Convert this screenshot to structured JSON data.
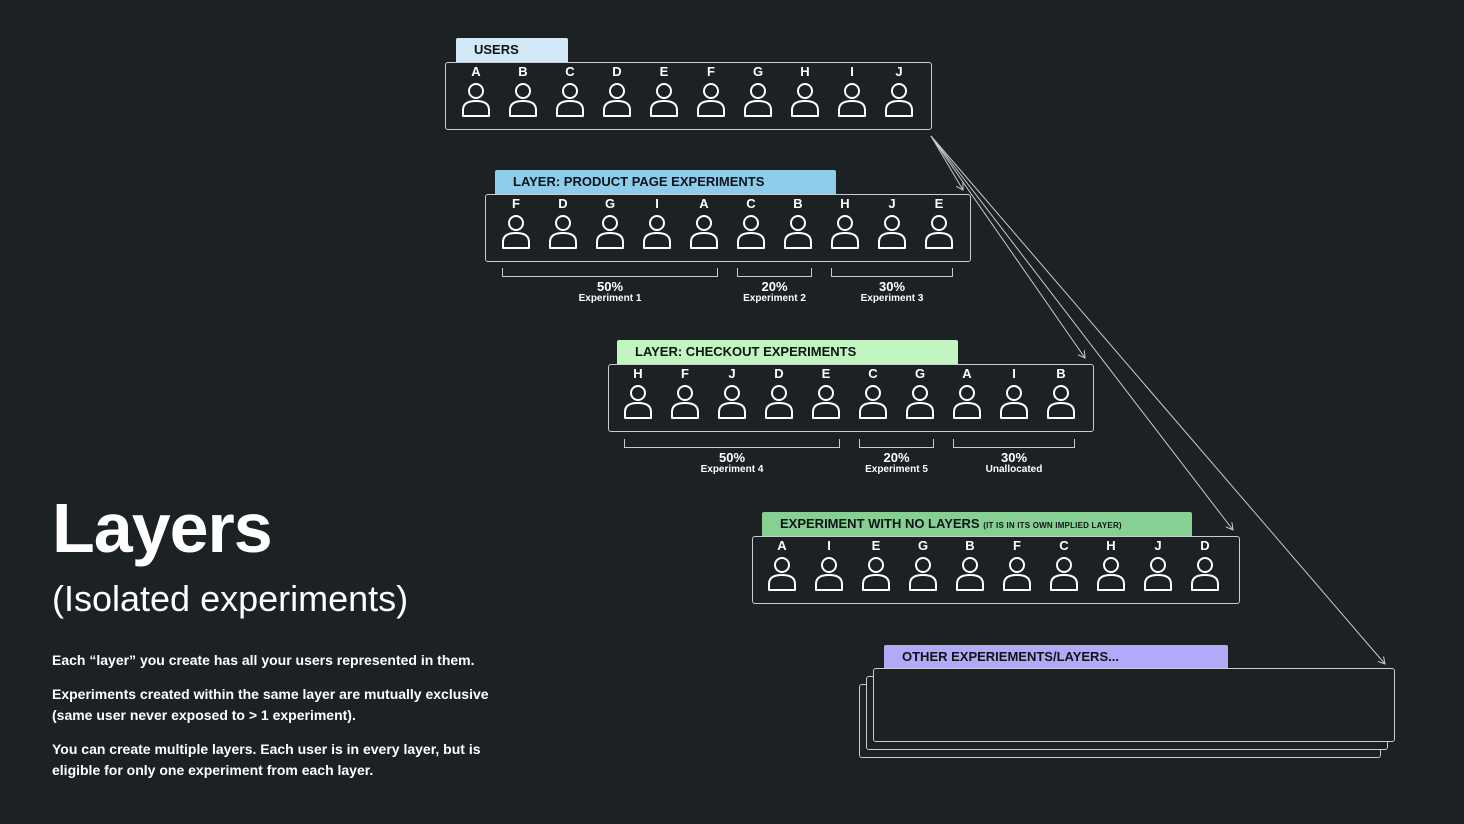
{
  "title": "Layers",
  "subtitle": "(Isolated experiments)",
  "paragraphs": [
    "Each “layer” you create has all your users represented in them.",
    "Experiments created within the same layer are mutually exclusive (same user never exposed to > 1 experiment).",
    "You can create multiple layers. Each user is in every layer, but is eligible for only one experiment from each layer."
  ],
  "colors": {
    "background": "#1c2124",
    "users_tab": "#d2e8f7",
    "product_layer_tab": "#8fcbea",
    "checkout_layer_tab": "#c2f5c0",
    "no_layer_tab": "#86d093",
    "other_tab": "#b4a9f8",
    "stroke": "#c9ccce"
  },
  "icon": "person-outline-icon",
  "rows": [
    {
      "id": "users",
      "label": "USERS",
      "label_small": "",
      "users": [
        "A",
        "B",
        "C",
        "D",
        "E",
        "F",
        "G",
        "H",
        "I",
        "J"
      ],
      "groups": []
    },
    {
      "id": "product",
      "label": "LAYER: PRODUCT PAGE EXPERIMENTS",
      "label_small": "",
      "users": [
        "F",
        "D",
        "G",
        "I",
        "A",
        "C",
        "B",
        "H",
        "J",
        "E"
      ],
      "groups": [
        {
          "pct": "50%",
          "name": "Experiment 1",
          "count": 5
        },
        {
          "pct": "20%",
          "name": "Experiment 2",
          "count": 2
        },
        {
          "pct": "30%",
          "name": "Experiment 3",
          "count": 3
        }
      ]
    },
    {
      "id": "checkout",
      "label": "LAYER: CHECKOUT EXPERIMENTS",
      "label_small": "",
      "users": [
        "H",
        "F",
        "J",
        "D",
        "E",
        "C",
        "G",
        "A",
        "I",
        "B"
      ],
      "groups": [
        {
          "pct": "50%",
          "name": "Experiment 4",
          "count": 5
        },
        {
          "pct": "20%",
          "name": "Experiment 5",
          "count": 2
        },
        {
          "pct": "30%",
          "name": "Unallocated",
          "count": 3
        }
      ]
    },
    {
      "id": "nolayer",
      "label": "EXPERIMENT WITH NO LAYERS",
      "label_small": "(IT IS IN ITS OWN IMPLIED LAYER)",
      "users": [
        "A",
        "I",
        "E",
        "G",
        "B",
        "F",
        "C",
        "H",
        "J",
        "D"
      ],
      "groups": []
    }
  ],
  "other": {
    "label": "OTHER EXPERIEMENTS/LAYERS..."
  }
}
